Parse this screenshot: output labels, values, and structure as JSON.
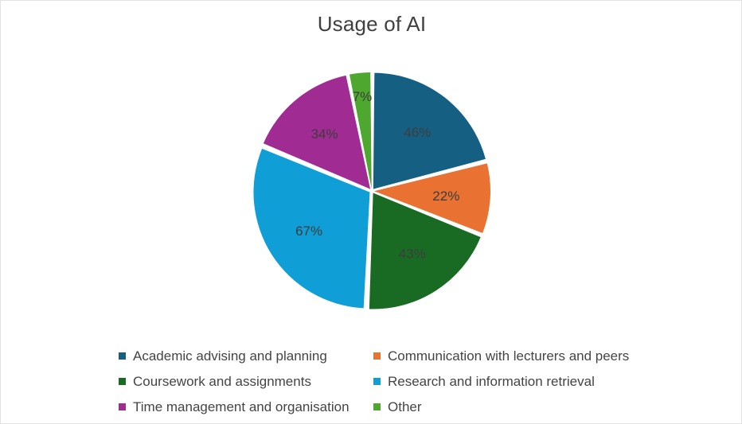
{
  "chart_data": {
    "type": "pie",
    "title": "Usage of AI",
    "xlabel": "",
    "ylabel": "",
    "legend_position": "bottom",
    "grid": false,
    "categories": [
      "Academic advising and planning",
      "Communication with lecturers and peers",
      "Coursework and assignments",
      "Research and information retrieval",
      "Time management and organisation",
      "Other"
    ],
    "values": [
      46,
      22,
      43,
      67,
      34,
      7
    ],
    "data_labels": [
      "46%",
      "22%",
      "43%",
      "67%",
      "34%",
      "7%"
    ],
    "colors": [
      "#156082",
      "#E97132",
      "#196B24",
      "#0F9ED5",
      "#A02B93",
      "#4EA72E"
    ],
    "slices": [
      {
        "label": "Academic advising and planning",
        "value": 46,
        "data_label": "46%",
        "color": "#156082"
      },
      {
        "label": "Communication with lecturers and peers",
        "value": 22,
        "data_label": "22%",
        "color": "#E97132"
      },
      {
        "label": "Coursework and assignments",
        "value": 43,
        "data_label": "43%",
        "color": "#196B24"
      },
      {
        "label": "Research and information retrieval",
        "value": 67,
        "data_label": "67%",
        "color": "#0F9ED5"
      },
      {
        "label": "Time management and organisation",
        "value": 34,
        "data_label": "34%",
        "color": "#A02B93"
      },
      {
        "label": "Other",
        "value": 7,
        "data_label": "7%",
        "color": "#4EA72E"
      }
    ]
  },
  "title": {
    "text": "Usage of AI",
    "color": "#404040"
  },
  "legend": {
    "items": [
      {
        "label": "Academic advising and planning",
        "color": "#156082"
      },
      {
        "label": "Coursework and assignments",
        "color": "#196B24"
      },
      {
        "label": "Time management and organisation",
        "color": "#A02B93"
      },
      {
        "label": "Communication with lecturers and peers",
        "color": "#E97132"
      },
      {
        "label": "Research and information retrieval",
        "color": "#0F9ED5"
      },
      {
        "label": "Other",
        "color": "#4EA72E"
      }
    ]
  }
}
